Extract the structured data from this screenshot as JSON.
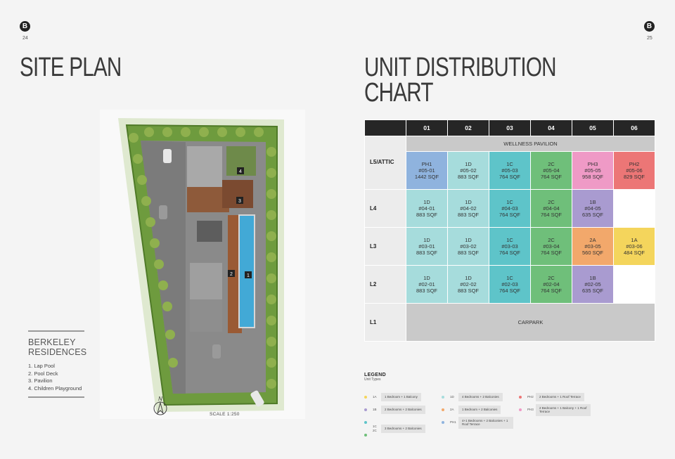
{
  "left_page": {
    "logo": "B",
    "page_number": "24",
    "title": "SITE PLAN",
    "project_name_line1": "BERKELEY",
    "project_name_line2": "RESIDENCES",
    "facilities": [
      "1. Lap Pool",
      "2. Pool Deck",
      "3. Pavilion",
      "4. Children Playground"
    ],
    "plan_markers": [
      "1",
      "2",
      "3",
      "4"
    ],
    "compass_label": "N",
    "scale": "SCALE   1:250"
  },
  "right_page": {
    "logo": "B",
    "page_number": "25",
    "title_line1": "UNIT DISTRIBUTION",
    "title_line2": "CHART"
  },
  "chart_data": {
    "type": "table",
    "columns": [
      "01",
      "02",
      "03",
      "04",
      "05",
      "06"
    ],
    "wellness_band": "WELLNESS PAVILION",
    "carpark_band": "CARPARK",
    "rows": [
      {
        "level": "L5/ATTIC",
        "cells": [
          {
            "type": "PH1",
            "unit": "#05-01",
            "area": "1442 SQF",
            "color": "#8fb3de"
          },
          {
            "type": "1D",
            "unit": "#05-02",
            "area": "883 SQF",
            "color": "#a6dcdc"
          },
          {
            "type": "1C",
            "unit": "#05-03",
            "area": "764 SQF",
            "color": "#5ec4c9"
          },
          {
            "type": "2C",
            "unit": "#05-04",
            "area": "764 SQF",
            "color": "#6fbf7a"
          },
          {
            "type": "PH3",
            "unit": "#05-05",
            "area": "958 SQF",
            "color": "#ef9ac6"
          },
          {
            "type": "PH2",
            "unit": "#05-06",
            "area": "829 SQF",
            "color": "#ec7676"
          }
        ]
      },
      {
        "level": "L4",
        "cells": [
          {
            "type": "1D",
            "unit": "#04-01",
            "area": "883 SQF",
            "color": "#a6dcdc"
          },
          {
            "type": "1D",
            "unit": "#04-02",
            "area": "883 SQF",
            "color": "#a6dcdc"
          },
          {
            "type": "1C",
            "unit": "#04-03",
            "area": "764 SQF",
            "color": "#5ec4c9"
          },
          {
            "type": "2C",
            "unit": "#04-04",
            "area": "764 SQF",
            "color": "#6fbf7a"
          },
          {
            "type": "1B",
            "unit": "#04-05",
            "area": "635 SQF",
            "color": "#a99bd0"
          },
          null
        ]
      },
      {
        "level": "L3",
        "cells": [
          {
            "type": "1D",
            "unit": "#03-01",
            "area": "883 SQF",
            "color": "#a6dcdc"
          },
          {
            "type": "1D",
            "unit": "#03-02",
            "area": "883 SQF",
            "color": "#a6dcdc"
          },
          {
            "type": "1C",
            "unit": "#03-03",
            "area": "764 SQF",
            "color": "#5ec4c9"
          },
          {
            "type": "2C",
            "unit": "#03-04",
            "area": "764 SQF",
            "color": "#6fbf7a"
          },
          {
            "type": "2A",
            "unit": "#03-05",
            "area": "560 SQF",
            "color": "#f2a86b"
          },
          {
            "type": "1A",
            "unit": "#03-06",
            "area": "484 SQF",
            "color": "#f4d55c"
          }
        ]
      },
      {
        "level": "L2",
        "cells": [
          {
            "type": "1D",
            "unit": "#02-01",
            "area": "883 SQF",
            "color": "#a6dcdc"
          },
          {
            "type": "1D",
            "unit": "#02-02",
            "area": "883 SQF",
            "color": "#a6dcdc"
          },
          {
            "type": "1C",
            "unit": "#02-03",
            "area": "764 SQF",
            "color": "#5ec4c9"
          },
          {
            "type": "2C",
            "unit": "#02-04",
            "area": "764 SQF",
            "color": "#6fbf7a"
          },
          {
            "type": "1B",
            "unit": "#02-05",
            "area": "635 SQF",
            "color": "#a99bd0"
          },
          null
        ]
      },
      {
        "level": "L1",
        "cells": []
      }
    ],
    "legend": {
      "title": "LEGEND",
      "subtitle": "Unit Types",
      "items": [
        {
          "codes": [
            "1A"
          ],
          "colors": [
            "#f4d55c"
          ],
          "desc": "1 Bedroom + 1 Balcony"
        },
        {
          "codes": [
            "1B"
          ],
          "colors": [
            "#a99bd0"
          ],
          "desc": "2 Bedrooms + 2 Balconies"
        },
        {
          "codes": [
            "1C",
            "2C"
          ],
          "colors": [
            "#5ec4c9",
            "#6fbf7a"
          ],
          "desc": "3 Bedrooms + 2 Balconies"
        },
        {
          "codes": [
            "1D"
          ],
          "colors": [
            "#a6dcdc"
          ],
          "desc": "4 Bedrooms + 2 Balconies"
        },
        {
          "codes": [
            "2A"
          ],
          "colors": [
            "#f2a86b"
          ],
          "desc": "1 Bedroom + 2 Balconies"
        },
        {
          "codes": [
            "PH1"
          ],
          "colors": [
            "#8fb3de"
          ],
          "desc": "4+1 Bedrooms + 2 Balconies + 1 Roof Terrace"
        },
        {
          "codes": [
            "PH2"
          ],
          "colors": [
            "#ec7676"
          ],
          "desc": "2 Bedrooms + 1 Roof Terrace"
        },
        {
          "codes": [
            "PH3"
          ],
          "colors": [
            "#ef9ac6"
          ],
          "desc": "2 Bedrooms + 1 Balcony + 1 Roof Terrace"
        }
      ]
    }
  }
}
